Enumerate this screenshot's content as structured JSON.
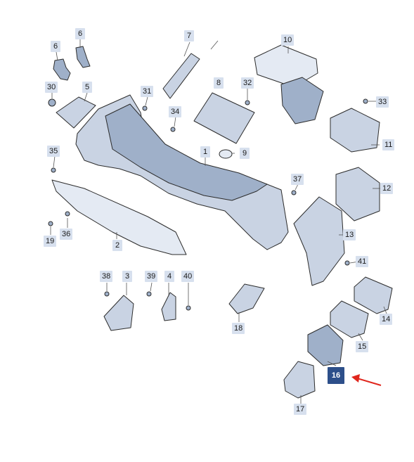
{
  "labels": {
    "p1": "1",
    "p2": "2",
    "p3": "3",
    "p4": "4",
    "p5": "5",
    "p6a": "6",
    "p6b": "6",
    "p7": "7",
    "p8": "8",
    "p9": "9",
    "p10": "10",
    "p11": "11",
    "p12": "12",
    "p13": "13",
    "p14": "14",
    "p15": "15",
    "p16": "16",
    "p17": "17",
    "p18": "18",
    "p19": "19",
    "p30": "30",
    "p31": "31",
    "p32": "32",
    "p33": "33",
    "p34": "34",
    "p35": "35",
    "p36": "36",
    "p37": "37",
    "p38": "38",
    "p39": "39",
    "p40": "40",
    "p41": "41"
  },
  "highlighted_part": "16",
  "colors": {
    "label_bg": "#d7e0ee",
    "highlight_bg": "#2d4f8a",
    "arrow": "#e0261d"
  }
}
